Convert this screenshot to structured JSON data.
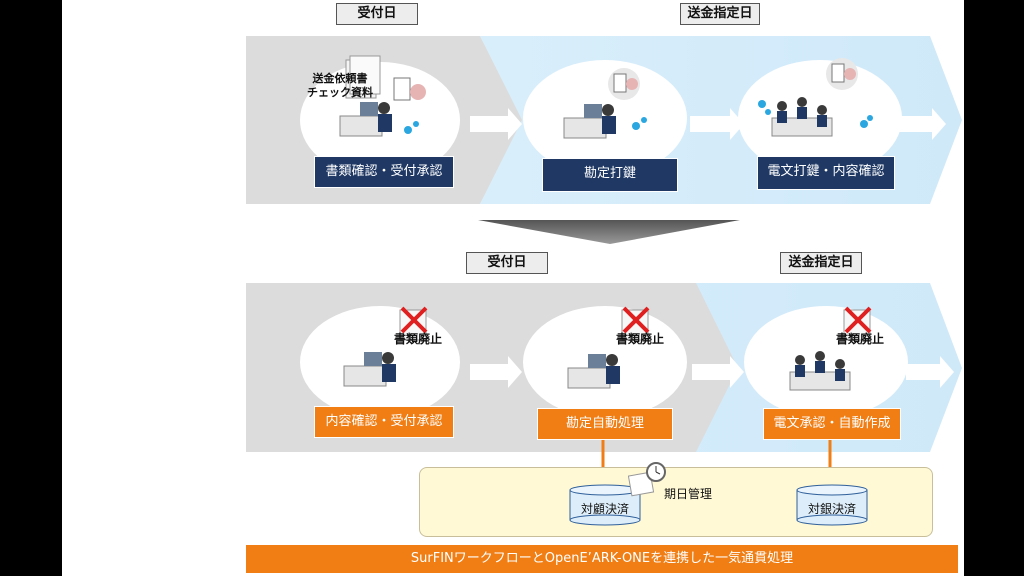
{
  "before": {
    "label_reception_day": "受付日",
    "label_transfer_day": "送金指定日",
    "doc_label": "送金依頼書\nチェック資料",
    "steps": [
      "書類確認・受付承認",
      "勘定打鍵",
      "電文打鍵・内容確認"
    ]
  },
  "after": {
    "label_reception_day": "受付日",
    "label_transfer_day": "送金指定日",
    "abolish_label": "書類廃止",
    "steps": [
      "内容確認・受付承認",
      "勘定自動処理",
      "電文承認・自動作成"
    ],
    "databases": [
      "対顧決済",
      "対銀決済"
    ],
    "schedule_label": "期日管理"
  },
  "footer_text": "SurFINワークフローとOpenE’ARK-ONEを連携した一気通貫処理",
  "colors": {
    "navy": "#1f3864",
    "orange": "#f07e14",
    "gray_band": "#d9d9d9",
    "blue_band": "#d6ecfa",
    "yellow_panel": "#fff9d6"
  }
}
